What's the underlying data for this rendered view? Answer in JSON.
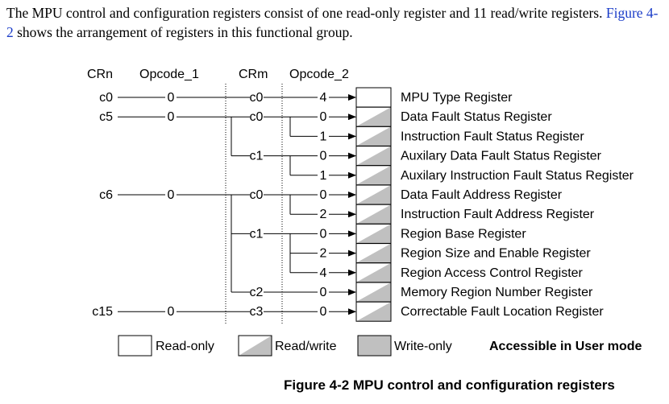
{
  "intro": {
    "part1": "The MPU control and configuration registers consist of one read-only register and 11 read/write registers.",
    "link": "Figure 4-2",
    "part2": "shows the arrangement of registers in this functional group."
  },
  "headers": {
    "crn": "CRn",
    "opcode1": "Opcode_1",
    "crm": "CRm",
    "opcode2": "Opcode_2"
  },
  "rows": [
    {
      "crn": "c0",
      "op1": "0",
      "crm": "c0",
      "op2": "4",
      "name": "MPU Type Register",
      "access": "read-only"
    },
    {
      "crn": "c5",
      "op1": "0",
      "crm": "c0",
      "op2": "0",
      "name": "Data Fault Status Register",
      "access": "read-write"
    },
    {
      "crn": "",
      "op1": "",
      "crm": "",
      "op2": "1",
      "name": "Instruction Fault Status Register",
      "access": "read-write"
    },
    {
      "crn": "",
      "op1": "",
      "crm": "c1",
      "op2": "0",
      "name": "Auxilary Data Fault Status Register",
      "access": "read-write"
    },
    {
      "crn": "",
      "op1": "",
      "crm": "",
      "op2": "1",
      "name": "Auxilary Instruction Fault Status Register",
      "access": "read-write"
    },
    {
      "crn": "c6",
      "op1": "0",
      "crm": "c0",
      "op2": "0",
      "name": "Data Fault Address Register",
      "access": "read-write"
    },
    {
      "crn": "",
      "op1": "",
      "crm": "",
      "op2": "2",
      "name": "Instruction Fault Address Register",
      "access": "read-write"
    },
    {
      "crn": "",
      "op1": "",
      "crm": "c1",
      "op2": "0",
      "name": "Region Base Register",
      "access": "read-write"
    },
    {
      "crn": "",
      "op1": "",
      "crm": "",
      "op2": "2",
      "name": "Region Size and Enable Register",
      "access": "read-write"
    },
    {
      "crn": "",
      "op1": "",
      "crm": "",
      "op2": "4",
      "name": "Region Access Control Register",
      "access": "read-write"
    },
    {
      "crn": "",
      "op1": "",
      "crm": "c2",
      "op2": "0",
      "name": "Memory Region Number Register",
      "access": "read-write"
    },
    {
      "crn": "c15",
      "op1": "0",
      "crm": "c3",
      "op2": "0",
      "name": "Correctable Fault Location Register",
      "access": "read-write"
    }
  ],
  "legend": {
    "read_only": "Read-only",
    "read_write": "Read/write",
    "write_only": "Write-only",
    "user_mode": "Accessible in User mode"
  },
  "caption": "Figure 4-2 MPU control and configuration registers",
  "colors": {
    "link": "#1a3cc8",
    "shade": "#c0c0c0"
  }
}
